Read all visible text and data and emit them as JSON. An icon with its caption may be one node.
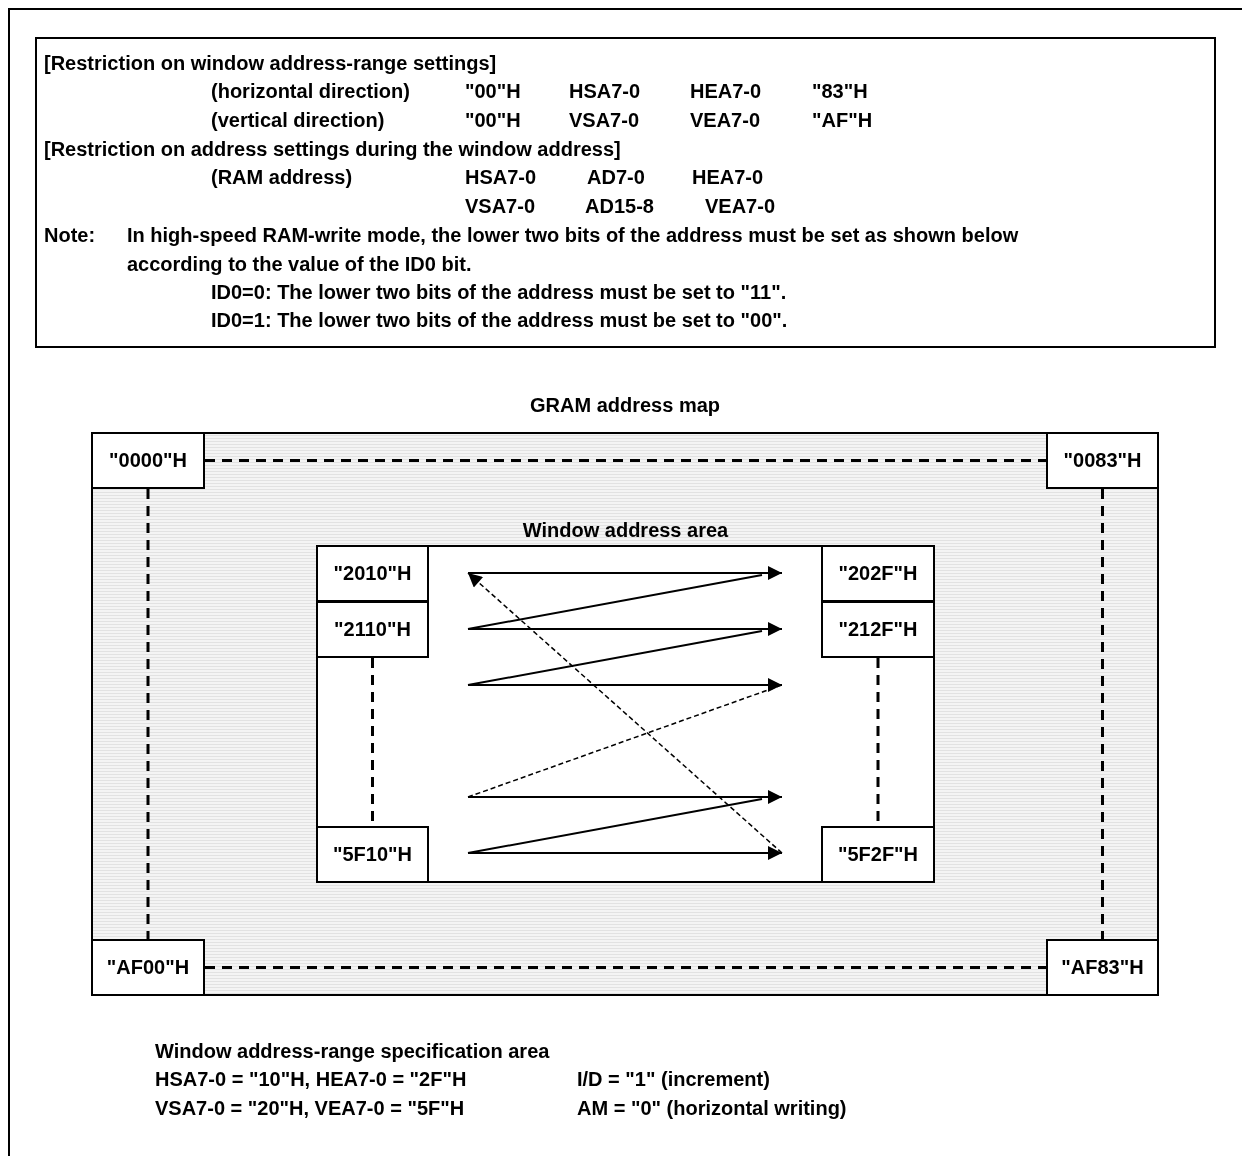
{
  "diagram": {
    "nodes": [
      {
        "text": [
          "[Restriction on window address-range settings]",
          "(horizontal direction)",
          "\"00\"H",
          "HSA7-0",
          "HEA7-0",
          "\"83\"H",
          "(vertical direction)",
          "\"00\"H",
          "VSA7-0",
          "VEA7-0",
          "\"AF\"H",
          "[Restriction on address settings during the window address]",
          "(RAM address)",
          "HSA7-0",
          "AD7-0",
          "HEA7-0",
          "VSA7-0",
          "AD15-8",
          "VEA7-0",
          "Note:",
          "In high-speed RAM-write mode, the lower two bits of the address must be set as shown below according to the value of the ID0 bit.",
          "ID0=0: The lower two bits of the address must be set to \"11\".",
          "ID0=1: The lower two bits of the address must be set to \"00\"."
        ]
      },
      {
        "text": [
          "GRAM address map"
        ]
      },
      {
        "text": [
          "\"0000\"H"
        ],
        "in": 1
      },
      {
        "text": [
          "\"0083\"H"
        ],
        "in": 1
      },
      {
        "text": [
          "\"AF00\"H"
        ],
        "in": 1
      },
      {
        "text": [
          "\"AF83\"H"
        ],
        "in": 1
      },
      {
        "text": [
          "Window address area"
        ],
        "in": 1
      },
      {
        "text": [
          "\"2010\"H"
        ],
        "in": 6
      },
      {
        "text": [
          "\"202F\"H"
        ],
        "in": 6
      },
      {
        "text": [
          "\"2110\"H"
        ],
        "in": 6
      },
      {
        "text": [
          "\"212F\"H"
        ],
        "in": 6
      },
      {
        "text": [
          "\"5F10\"H"
        ],
        "in": 6
      },
      {
        "text": [
          "\"5F2F\"H"
        ],
        "in": 6
      }
    ],
    "edges": [
      {
        "from": 2,
        "to": 3,
        "arrow": "none",
        "style": "dashed"
      },
      {
        "from": 2,
        "to": 4,
        "arrow": "none",
        "style": "dashed"
      },
      {
        "from": 3,
        "to": 5,
        "arrow": "none",
        "style": "dashed"
      },
      {
        "from": 4,
        "to": 5,
        "arrow": "none",
        "style": "dashed"
      },
      {
        "from": 9,
        "to": 11,
        "arrow": "none",
        "style": "dashed"
      },
      {
        "from": 10,
        "to": 12,
        "arrow": "none",
        "style": "dashed"
      }
    ],
    "labels": [
      "Window address-range specification area",
      "HSA7-0 = \"10\"H, HEA7-0 = \"2F\"H",
      "I/D = \"1\" (increment)",
      "VSA7-0 = \"20\"H, VEA7-0 = \"5F\"H",
      "AM = \"0\" (horizontal writing)"
    ]
  }
}
